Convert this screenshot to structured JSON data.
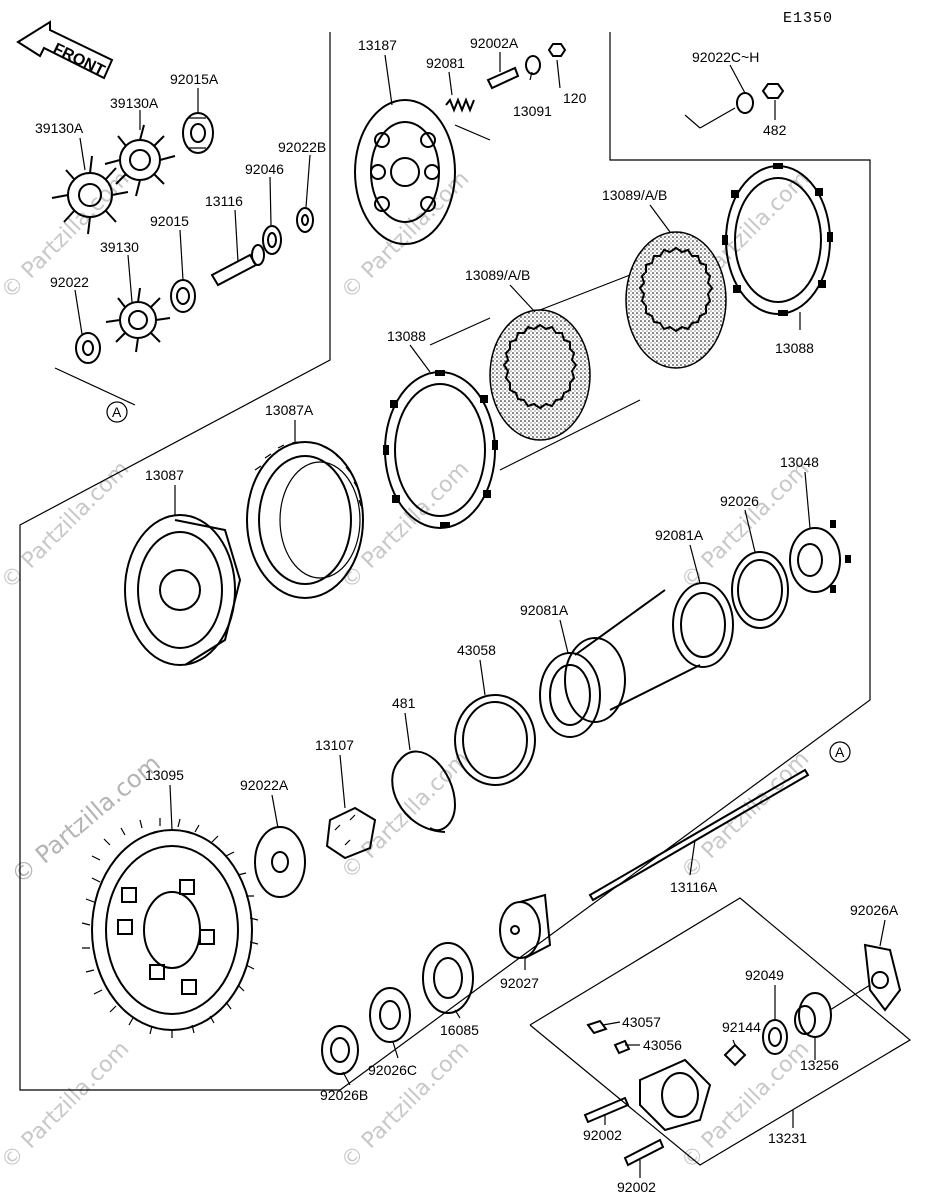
{
  "diagram_code": "E1350",
  "front_label": "FRONT",
  "watermark": "© Partzilla.com",
  "callout_marker": "A",
  "parts": [
    {
      "id": "p13187",
      "label": "13187"
    },
    {
      "id": "p92081",
      "label": "92081"
    },
    {
      "id": "p92002A",
      "label": "92002A"
    },
    {
      "id": "p120",
      "label": "120"
    },
    {
      "id": "p13091",
      "label": "13091"
    },
    {
      "id": "p92022CH",
      "label": "92022C~H"
    },
    {
      "id": "p482",
      "label": "482"
    },
    {
      "id": "p92015A",
      "label": "92015A"
    },
    {
      "id": "p39130A_1",
      "label": "39130A"
    },
    {
      "id": "p39130A_2",
      "label": "39130A"
    },
    {
      "id": "p92022B",
      "label": "92022B"
    },
    {
      "id": "p92046",
      "label": "92046"
    },
    {
      "id": "p13116",
      "label": "13116"
    },
    {
      "id": "p92015",
      "label": "92015"
    },
    {
      "id": "p39130",
      "label": "39130"
    },
    {
      "id": "p92022",
      "label": "92022"
    },
    {
      "id": "p13089_1",
      "label": "13089/A/B"
    },
    {
      "id": "p13089_2",
      "label": "13089/A/B"
    },
    {
      "id": "p13088_1",
      "label": "13088"
    },
    {
      "id": "p13088_2",
      "label": "13088"
    },
    {
      "id": "p13087A",
      "label": "13087A"
    },
    {
      "id": "p13087",
      "label": "13087"
    },
    {
      "id": "p13048",
      "label": "13048"
    },
    {
      "id": "p92026",
      "label": "92026"
    },
    {
      "id": "p92081A_1",
      "label": "92081A"
    },
    {
      "id": "p92081A_2",
      "label": "92081A"
    },
    {
      "id": "p43058",
      "label": "43058"
    },
    {
      "id": "p481",
      "label": "481"
    },
    {
      "id": "p13107",
      "label": "13107"
    },
    {
      "id": "p13095",
      "label": "13095"
    },
    {
      "id": "p92022A",
      "label": "92022A"
    },
    {
      "id": "p13116A",
      "label": "13116A"
    },
    {
      "id": "p92026A",
      "label": "92026A"
    },
    {
      "id": "p92027",
      "label": "92027"
    },
    {
      "id": "p16085",
      "label": "16085"
    },
    {
      "id": "p92026C",
      "label": "92026C"
    },
    {
      "id": "p92026B",
      "label": "92026B"
    },
    {
      "id": "p43057",
      "label": "43057"
    },
    {
      "id": "p43056",
      "label": "43056"
    },
    {
      "id": "p92144",
      "label": "92144"
    },
    {
      "id": "p92049",
      "label": "92049"
    },
    {
      "id": "p13256",
      "label": "13256"
    },
    {
      "id": "p92002_1",
      "label": "92002"
    },
    {
      "id": "p92002_2",
      "label": "92002"
    },
    {
      "id": "p13231",
      "label": "13231"
    }
  ]
}
